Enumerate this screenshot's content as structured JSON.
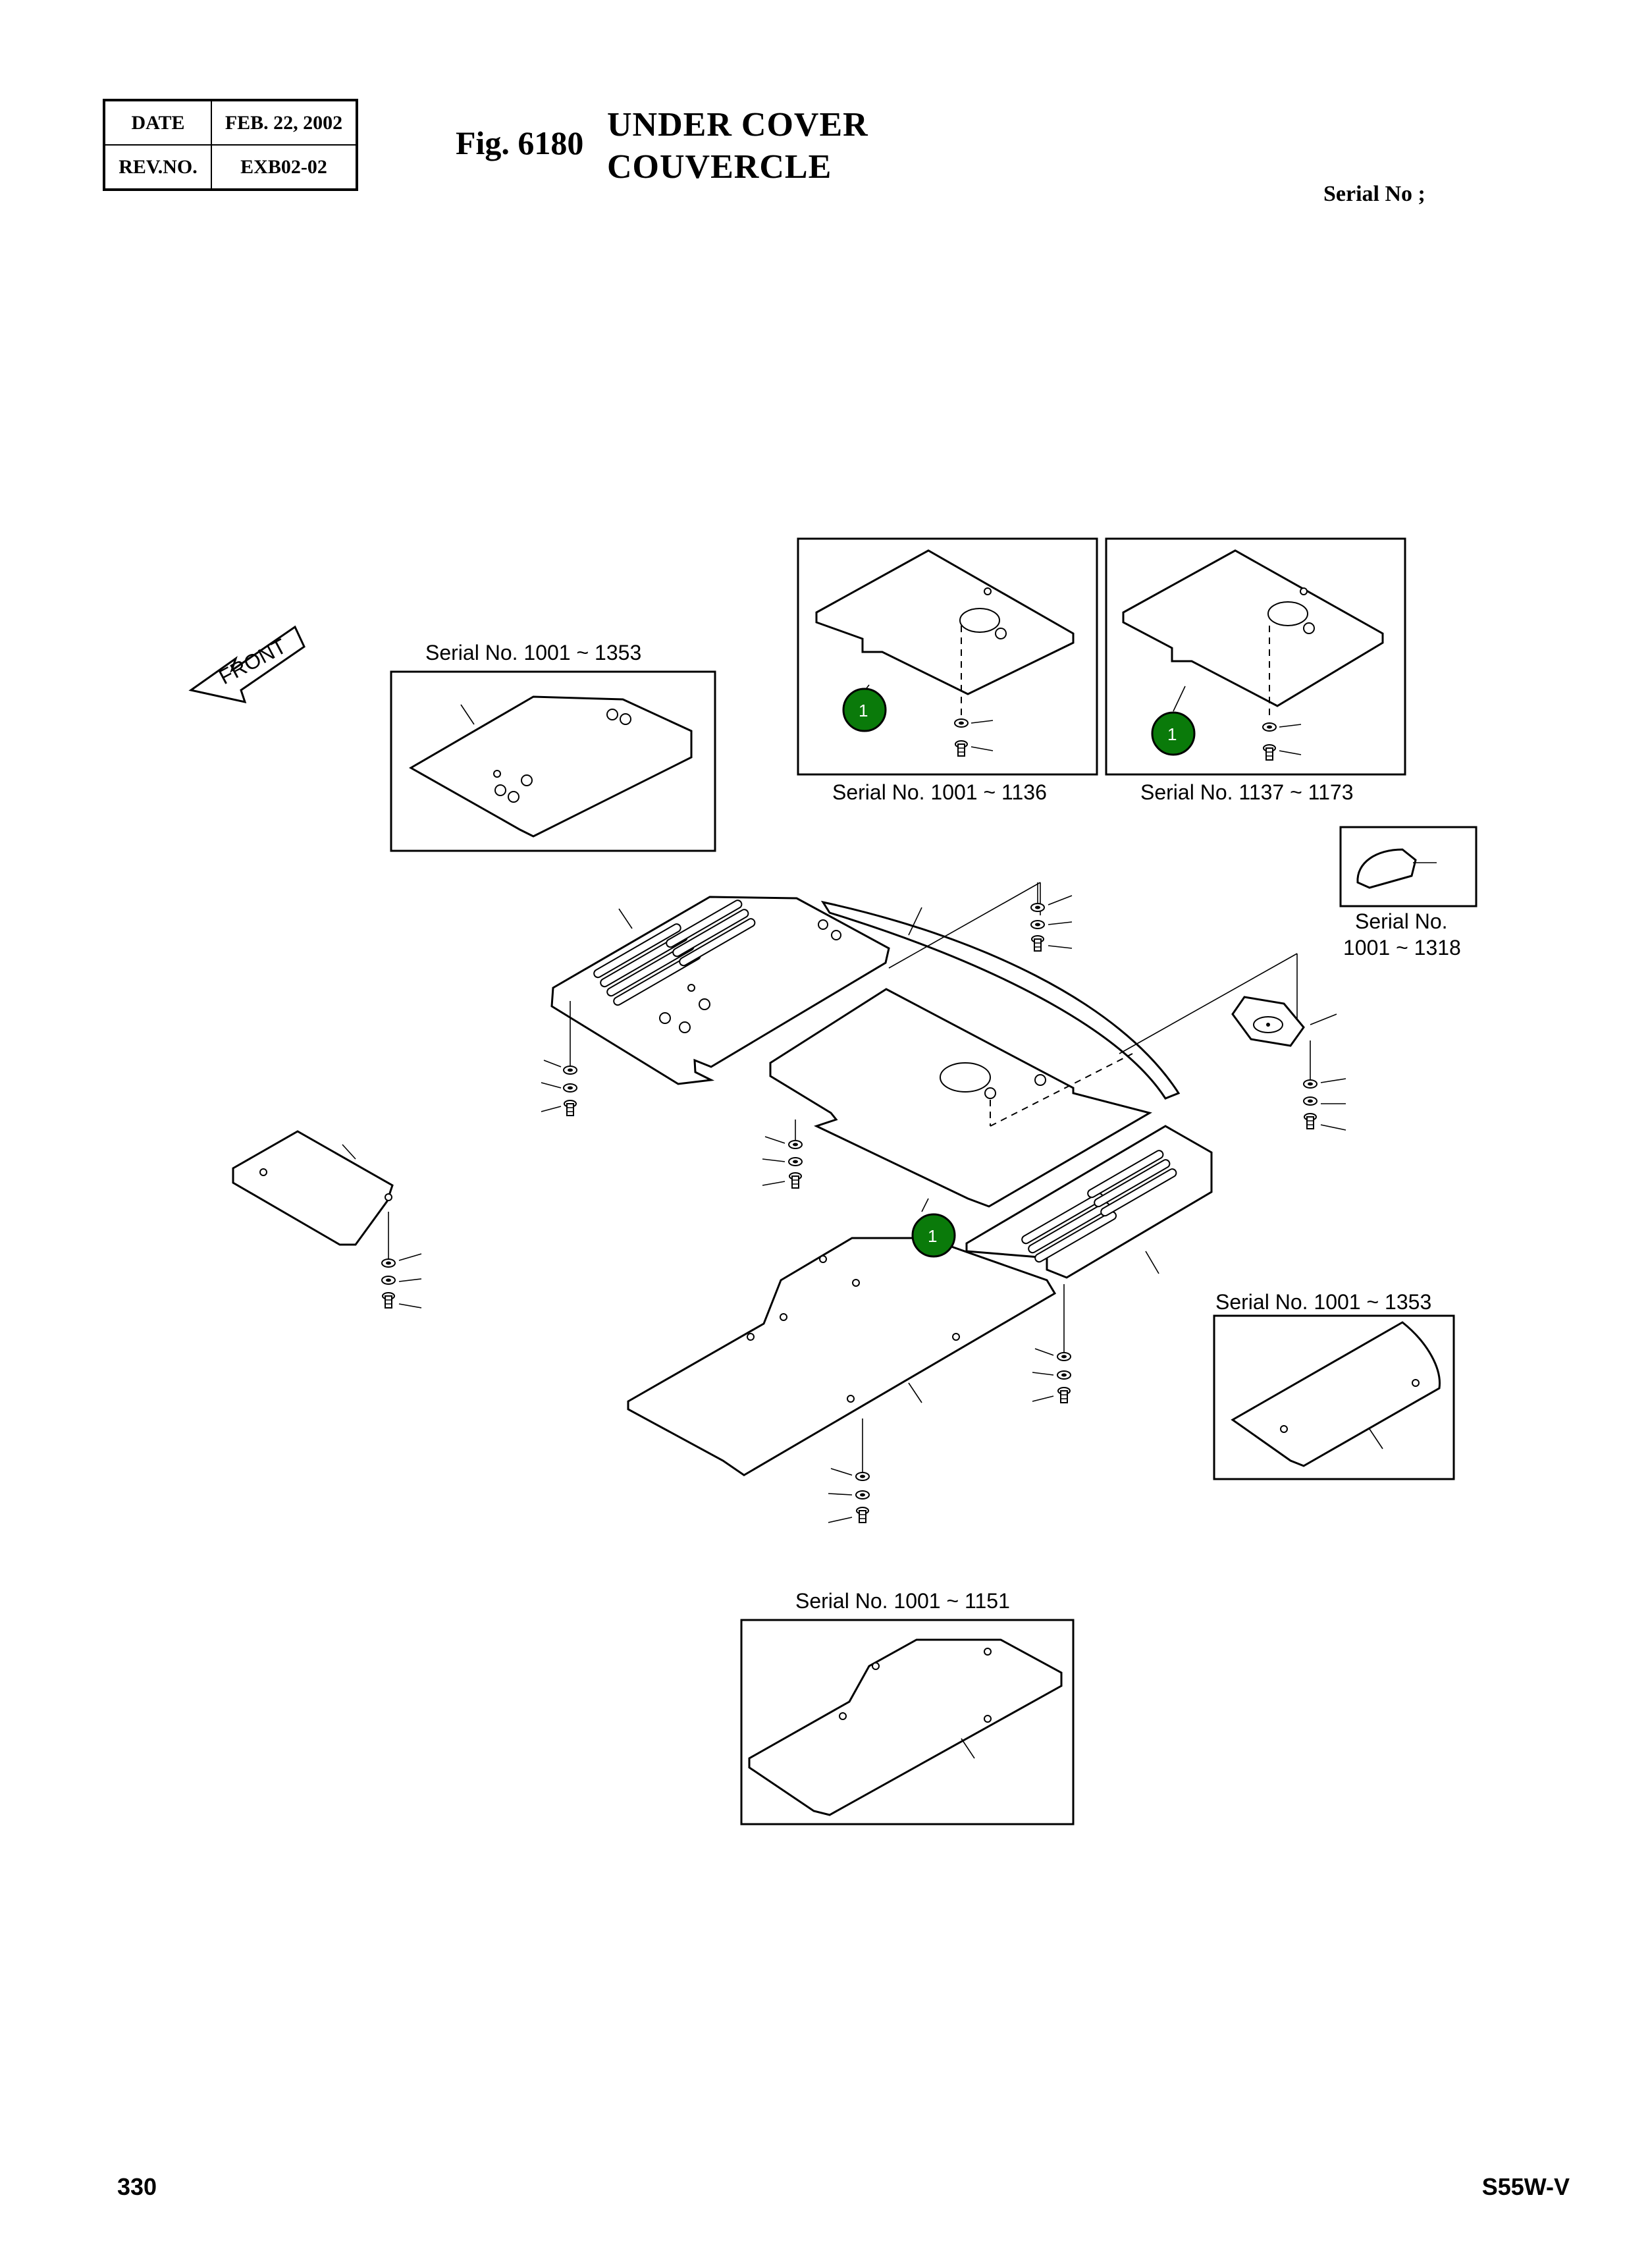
{
  "header": {
    "date_label": "DATE",
    "date_value": "FEB. 22, 2002",
    "rev_label": "REV.NO.",
    "rev_value": "EXB02-02",
    "fig_no": "Fig. 6180",
    "title_en": "UNDER COVER",
    "title_fr": "COUVERCLE",
    "serial_label": "Serial No ;"
  },
  "diagram": {
    "front_arrow": "FRONT",
    "inset_a": "Serial No. 1001 ~ 1353",
    "inset_b": "Serial No. 1001 ~ 1136",
    "inset_c": "Serial No. 1137 ~ 1173",
    "inset_d_line1": "Serial No.",
    "inset_d_line2": "1001 ~ 1318",
    "inset_e": "Serial No. 1001 ~ 1353",
    "inset_f": "Serial No. 1001 ~ 1151",
    "callout": "1",
    "callout_color": "#0a7a0a"
  },
  "footer": {
    "page": "330",
    "model": "S55W-V"
  }
}
